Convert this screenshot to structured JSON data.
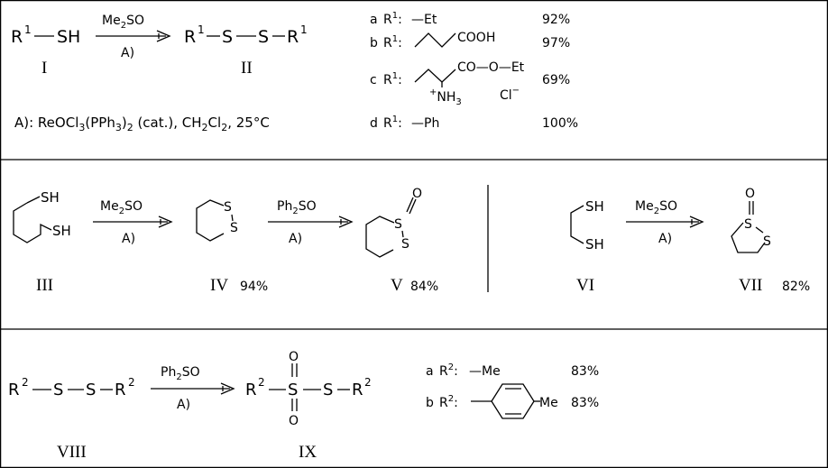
{
  "colors": {
    "ink": "#000000",
    "background": "#ffffff"
  },
  "scheme1": {
    "reactant": {
      "r": "R",
      "sup": "1",
      "group": "SH"
    },
    "reagent_base": "Me",
    "reagent_sub": "2",
    "reagent_tail": "SO",
    "conditions": "A)",
    "product": {
      "r": "R",
      "sup": "1",
      "s": "S"
    },
    "label_reactant": "I",
    "label_product": "II",
    "conditions_note": {
      "prefix": "A):  ReOCl",
      "s1": "3",
      "t1": "(PPh",
      "s2": "3",
      "t2": ")",
      "s3": "2",
      "t3": "  (cat.),  CH",
      "s4": "2",
      "t4": "Cl",
      "s5": "2",
      "t5": ",   25°C"
    },
    "entries": [
      {
        "letter": "a",
        "r": "R",
        "sup": "1",
        "colon": ":",
        "group": "—Et",
        "yield": "92%"
      },
      {
        "letter": "b",
        "r": "R",
        "sup": "1",
        "colon": ":",
        "group": "COOH",
        "yield": "97%"
      },
      {
        "letter": "c",
        "r": "R",
        "sup": "1",
        "colon": ":",
        "group": "CO—O—Et",
        "amine": "NH",
        "amine_plus": "+",
        "amine_sub": "3",
        "counterion": "Cl",
        "counterion_charge": "−",
        "yield": "69%"
      },
      {
        "letter": "d",
        "r": "R",
        "sup": "1",
        "colon": ":",
        "group": "—Ph",
        "yield": "100%"
      }
    ]
  },
  "scheme2": {
    "dithiol_sh1": "SH",
    "dithiol_sh2": "SH",
    "reagent1_base": "Me",
    "reagent1_sub": "2",
    "reagent1_tail": "SO",
    "conditions1": "A)",
    "ring_s1": "S",
    "ring_s2": "S",
    "reagent2_base": "Ph",
    "reagent2_sub": "2",
    "reagent2_tail": "SO",
    "conditions2": "A)",
    "oxide_s1": "S",
    "oxide_s2": "S",
    "oxide_o": "O",
    "label_III": "III",
    "label_IV": "IV",
    "yield_IV": "94%",
    "label_V": "V",
    "yield_V": "84%"
  },
  "scheme3": {
    "sh1": "SH",
    "sh2": "SH",
    "reagent_base": "Me",
    "reagent_sub": "2",
    "reagent_tail": "SO",
    "conditions": "A)",
    "s1": "S",
    "s2": "S",
    "o": "O",
    "label_VI": "VI",
    "label_VII": "VII",
    "yield_VII": "82%"
  },
  "scheme4": {
    "reactant_r": "R",
    "reactant_sup": "2",
    "s": "S",
    "reagent_base": "Ph",
    "reagent_sub": "2",
    "reagent_tail": "SO",
    "conditions": "A)",
    "product_r": "R",
    "product_sup": "2",
    "o": "O",
    "label_VIII": "VIII",
    "label_IX": "IX",
    "entries": [
      {
        "letter": "a",
        "r": "R",
        "sup": "2",
        "colon": ":",
        "group": "—Me",
        "yield": "83%"
      },
      {
        "letter": "b",
        "r": "R",
        "sup": "2",
        "colon": ":",
        "group": "Me",
        "yield": "83%"
      }
    ]
  }
}
